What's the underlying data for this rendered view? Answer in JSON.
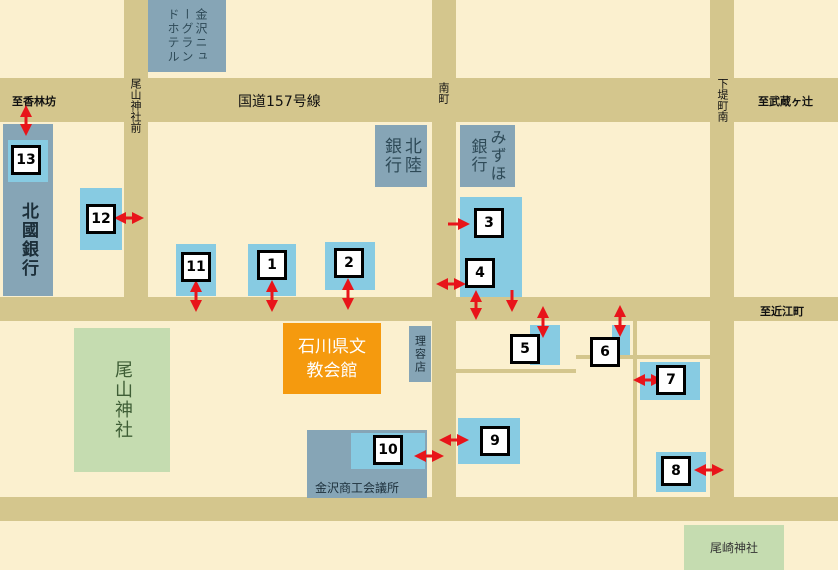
{
  "roads": {
    "kokudo": "国道157号線",
    "to_kourinbou": "至香林坊",
    "to_musashigatsuji": "至武蔵ヶ辻",
    "to_oumicho": "至近江町",
    "oyama_jinja_mae": "尾山神社前",
    "minamimachi": "南町",
    "shimotsutsumicho_minami": "下堤町南"
  },
  "buildings": {
    "hotel": "金沢ニューグランドホテル",
    "hokuriku_bank": "北陸銀行",
    "mizuho_bank": "みずほ銀行",
    "hokkoku_bank": "北國銀行",
    "bunkyo_kaikan": "石川県文教会館",
    "barber": "理容店",
    "oyama_jinja": "尾山神社",
    "chamber": "金沢商工会議所",
    "ozaki_jinja": "尾崎神社"
  },
  "parking": [
    "1",
    "2",
    "3",
    "4",
    "5",
    "6",
    "7",
    "8",
    "9",
    "10",
    "11",
    "12",
    "13"
  ],
  "colors": {
    "road": "#d4c68d",
    "lot": "#87cbe2",
    "bank": "#86a5b6",
    "orange": "#f59a0e",
    "arrow": "#e8141a"
  }
}
